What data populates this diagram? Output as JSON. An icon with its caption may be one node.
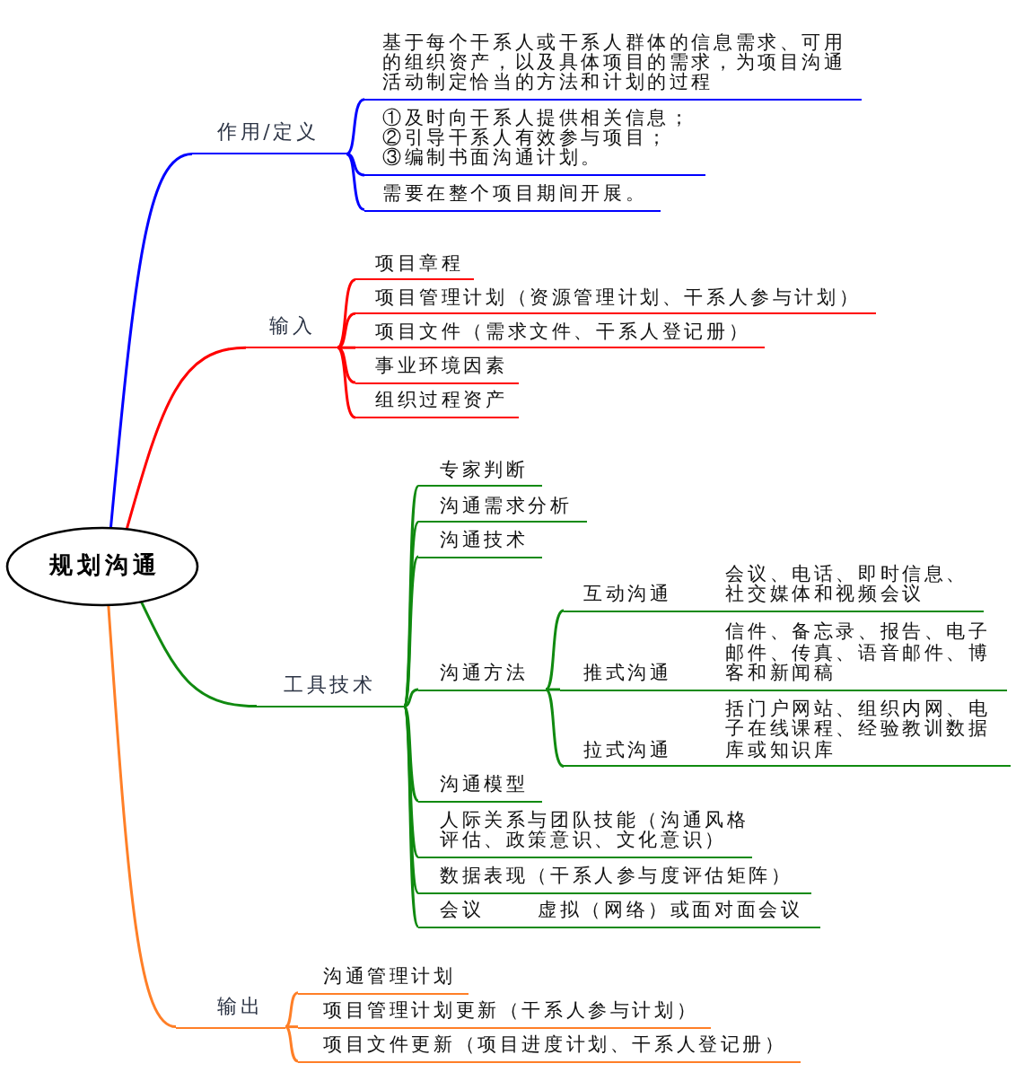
{
  "diagram": {
    "nodes": [
      {
        "text": [
          "规划沟通"
        ]
      },
      {
        "text": [
          "作用/定义"
        ]
      },
      {
        "text": [
          "基于每个干系人或干系人群体的信息需求、可用的组织资产，以及具体项目的需求，为项目沟通活动制定恰当的方法和计划的过程"
        ]
      },
      {
        "text": [
          "①及时向干系人提供相关信息；",
          "②引导干系人有效参与项目；",
          "③编制书面沟通计划。"
        ]
      },
      {
        "text": [
          "需要在整个项目期间开展。"
        ]
      },
      {
        "text": [
          "输入"
        ]
      },
      {
        "text": [
          "项目章程"
        ]
      },
      {
        "text": [
          "项目管理计划（资源管理计划、干系人参与计划）"
        ]
      },
      {
        "text": [
          "项目文件（需求文件、干系人登记册）"
        ]
      },
      {
        "text": [
          "事业环境因素"
        ]
      },
      {
        "text": [
          "组织过程资产"
        ]
      },
      {
        "text": [
          "工具技术"
        ]
      },
      {
        "text": [
          "专家判断"
        ]
      },
      {
        "text": [
          "沟通需求分析"
        ]
      },
      {
        "text": [
          "沟通技术"
        ]
      },
      {
        "text": [
          "沟通方法"
        ]
      },
      {
        "text": [
          "互动沟通",
          "会议、电话、即时信息、社交媒体和视频会议"
        ]
      },
      {
        "text": [
          "推式沟通",
          "信件、备忘录、报告、电子邮件、传真、语音邮件、博客和新闻稿"
        ]
      },
      {
        "text": [
          "拉式沟通",
          "括门户网站、组织内网、电子在线课程、经验教训数据库或知识库"
        ]
      },
      {
        "text": [
          "沟通模型"
        ]
      },
      {
        "text": [
          "人际关系与团队技能（沟通风格评估、政策意识、文化意识）"
        ]
      },
      {
        "text": [
          "数据表现（干系人参与度评估矩阵）"
        ]
      },
      {
        "text": [
          "会议",
          "虚拟（网络）或面对面会议"
        ]
      },
      {
        "text": [
          "输出"
        ]
      },
      {
        "text": [
          "沟通管理计划"
        ]
      },
      {
        "text": [
          "项目管理计划更新（干系人参与计划）"
        ]
      },
      {
        "text": [
          "项目文件更新（项目进度计划、干系人登记册）"
        ]
      }
    ],
    "edges": [
      {
        "from": 0,
        "to": 1,
        "arrow": "none",
        "color": "#0000ff"
      },
      {
        "from": 1,
        "to": 2,
        "arrow": "none",
        "color": "#0000ff"
      },
      {
        "from": 1,
        "to": 3,
        "arrow": "none",
        "color": "#0000ff"
      },
      {
        "from": 1,
        "to": 4,
        "arrow": "none",
        "color": "#0000ff"
      },
      {
        "from": 0,
        "to": 5,
        "arrow": "none",
        "color": "#ff0000"
      },
      {
        "from": 5,
        "to": 6,
        "arrow": "none",
        "color": "#ff0000"
      },
      {
        "from": 5,
        "to": 7,
        "arrow": "none",
        "color": "#ff0000"
      },
      {
        "from": 5,
        "to": 8,
        "arrow": "none",
        "color": "#ff0000"
      },
      {
        "from": 5,
        "to": 9,
        "arrow": "none",
        "color": "#ff0000"
      },
      {
        "from": 5,
        "to": 10,
        "arrow": "none",
        "color": "#ff0000"
      },
      {
        "from": 0,
        "to": 11,
        "arrow": "none"
      },
      {
        "from": 11,
        "to": 12,
        "arrow": "none"
      },
      {
        "from": 11,
        "to": 13,
        "arrow": "none"
      },
      {
        "from": 11,
        "to": 14,
        "arrow": "none"
      },
      {
        "from": 11,
        "to": 15,
        "arrow": "none"
      },
      {
        "from": 15,
        "to": 16,
        "arrow": "none"
      },
      {
        "from": 15,
        "to": 17,
        "arrow": "none"
      },
      {
        "from": 15,
        "to": 18,
        "arrow": "none"
      },
      {
        "from": 11,
        "to": 19,
        "arrow": "none"
      },
      {
        "from": 11,
        "to": 20,
        "arrow": "none"
      },
      {
        "from": 11,
        "to": 21,
        "arrow": "none"
      },
      {
        "from": 11,
        "to": 22,
        "arrow": "none"
      },
      {
        "from": 0,
        "to": 23,
        "arrow": "none",
        "color": "#ff7f27"
      },
      {
        "from": 23,
        "to": 24,
        "arrow": "none",
        "color": "#ff7f27"
      },
      {
        "from": 23,
        "to": 25,
        "arrow": "none",
        "color": "#ff7f27"
      },
      {
        "from": 23,
        "to": 26,
        "arrow": "none",
        "color": "#ff7f27"
      }
    ]
  }
}
